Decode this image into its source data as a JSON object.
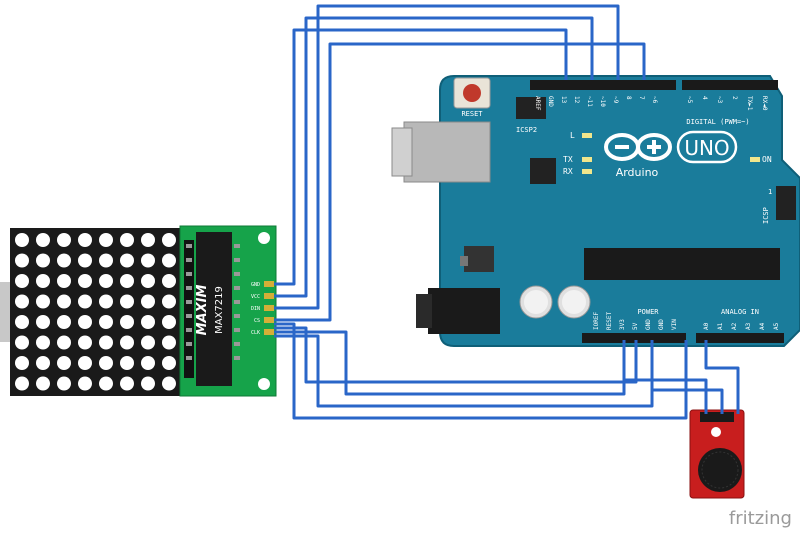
{
  "arduino": {
    "brand": "Arduino",
    "model": "UNO",
    "reset_label": "RESET",
    "icsp2_label": "ICSP2",
    "icsp_label": "ICSP",
    "icsp_pin1": "1",
    "led_l": "L",
    "led_tx": "TX",
    "led_rx": "RX",
    "on_label": "ON",
    "digital_label": "DIGITAL (PWM=~)",
    "analog_label": "ANALOG IN",
    "power_label": "POWER",
    "top_pins": [
      "AREF",
      "GND",
      "13",
      "12",
      "~11",
      "~10",
      "~9",
      "8",
      "7",
      "~6",
      "~5",
      "4",
      "~3",
      "2",
      "TX►1",
      "RX◄0"
    ],
    "power_pins": [
      "IOREF",
      "RESET",
      "3V3",
      "5V",
      "GND",
      "GND",
      "VIN"
    ],
    "analog_pins": [
      "A0",
      "A1",
      "A2",
      "A3",
      "A4",
      "A5"
    ]
  },
  "matrix_module": {
    "chip_brand": "MAXIM",
    "chip_part": "MAX7219",
    "pins": [
      "GND",
      "VCC",
      "DIN",
      "CS",
      "CLK"
    ]
  },
  "watermark": "fritzing",
  "colors": {
    "wire": "#2a66c8",
    "board": "#1b7a9a",
    "matrix_pcb": "#16a34a",
    "sensor_pcb": "#c81e1e"
  }
}
